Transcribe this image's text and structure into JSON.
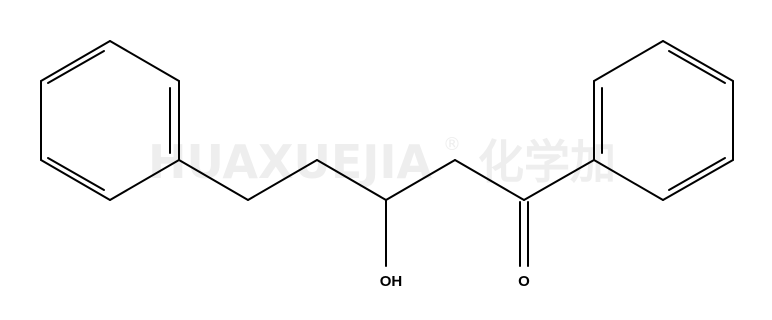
{
  "watermark": {
    "text": "HUAXUEJIA",
    "registered": "®",
    "cjk": "化学加"
  },
  "atoms": {
    "oh": "OH",
    "o": "O"
  }
}
